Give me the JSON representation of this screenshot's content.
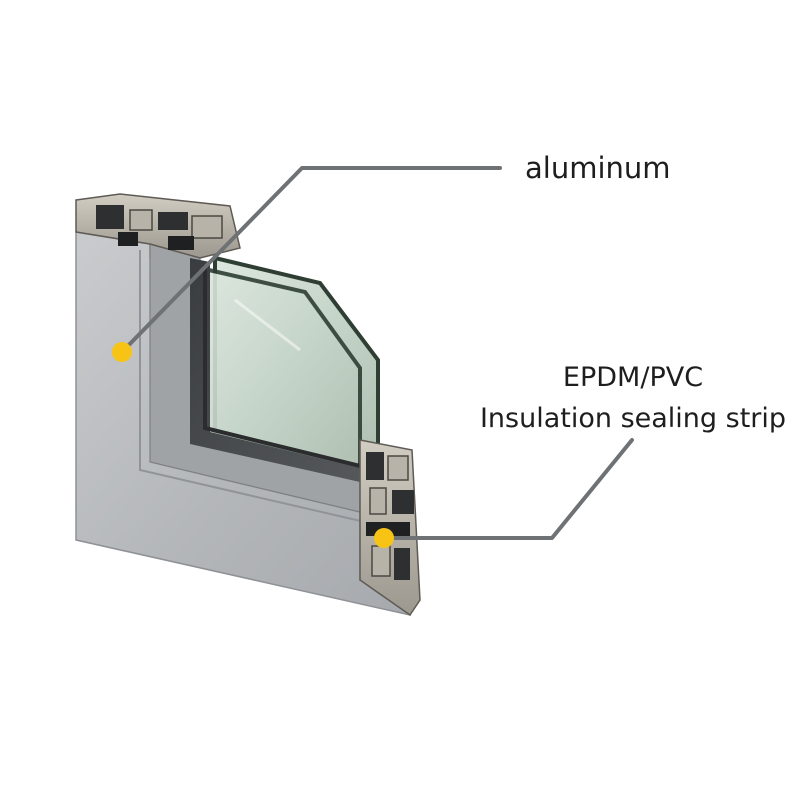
{
  "callouts": {
    "aluminum": {
      "label": "aluminum"
    },
    "seal": {
      "line1": "EPDM/PVC",
      "line2": "Insulation sealing strip"
    }
  },
  "colors": {
    "leader_line": "#6f7275",
    "marker_dot": "#f7c416",
    "frame_face": "#b9bcbf",
    "glass": "#bfcfc3",
    "glass_edge": "#2f3e33"
  }
}
